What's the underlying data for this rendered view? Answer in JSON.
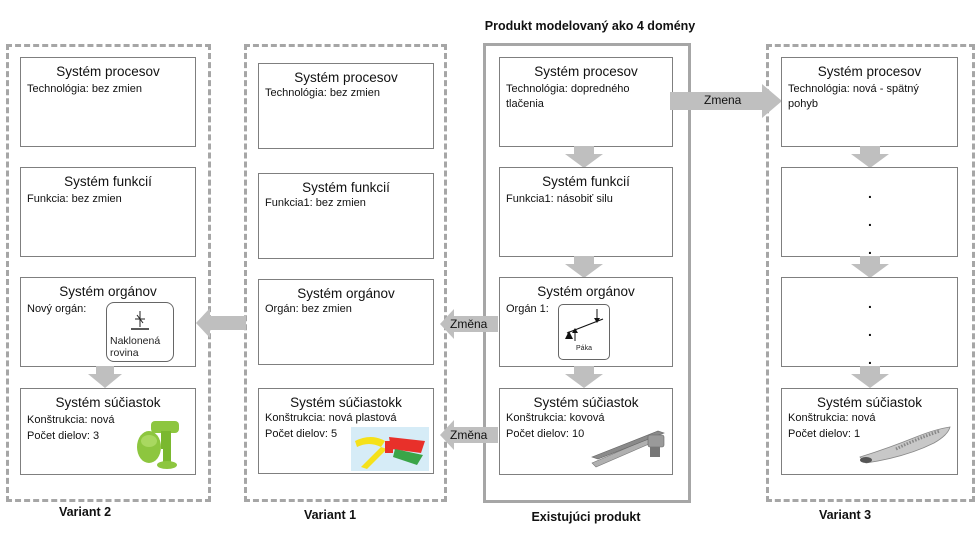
{
  "title": "Produkt modelovaný ako 4 domény",
  "columns": {
    "variant2": {
      "label": "Variant 2",
      "process_title": "Systém procesov",
      "process_text": "Technológia: bez zmien",
      "function_title": "Systém funkcií",
      "function_text": "Funkcia: bez zmien",
      "organ_title": "Systém orgánov",
      "organ_text": "Nový orgán:",
      "organ_image_label": "Naklonená rovina",
      "parts_title": "Systém súčiastok",
      "parts_text1": "Konštrukcia: nová",
      "parts_text2": "Počet dielov: 3"
    },
    "variant1": {
      "label": "Variant 1",
      "process_title": "Systém procesov",
      "process_text": "Technológia: bez zmien",
      "function_title": "Systém funkcií",
      "function_text": "Funkcia1: bez zmien",
      "organ_title": "Systém orgánov",
      "organ_text": "Orgán: bez zmien",
      "parts_title": "Systém súčiastokk",
      "parts_text1": "Konštrukcia: nová plastová",
      "parts_text2": "Počet dielov: 5"
    },
    "existing": {
      "label": "Existujúci produkt",
      "process_title": "Systém procesov",
      "process_text1": "Technológia: dopredného",
      "process_text2": "tlačenia",
      "function_title": "Systém funkcií",
      "function_text": "Funkcia1: násobiť silu",
      "organ_title": "Systém orgánov",
      "organ_text": "Orgán 1:",
      "organ_image_label": "Páka",
      "parts_title": "Systém súčiastok",
      "parts_text1": "Konštrukcia: kovová",
      "parts_text2": "Počet dielov: 10"
    },
    "variant3": {
      "label": "Variant 3",
      "process_title": "Systém procesov",
      "process_text1": "Technológia: nová - spätný",
      "process_text2": "pohyb",
      "parts_title": "Systém súčiastok",
      "parts_text1": "Konštrukcia: nová",
      "parts_text2": "Počet dielov: 1"
    }
  },
  "arrows": {
    "zmena_right": "Zmena",
    "zmena_organ": "Změna",
    "zmena_parts": "Změna"
  },
  "colors": {
    "frame": "#a6a6a6",
    "arrow": "#bfbfbf",
    "box_border": "#7f7f7f",
    "green_part": "#8dc63f",
    "plastic_red": "#e8302a",
    "plastic_yellow": "#f5e11a",
    "metal": "#9a9a9a"
  }
}
